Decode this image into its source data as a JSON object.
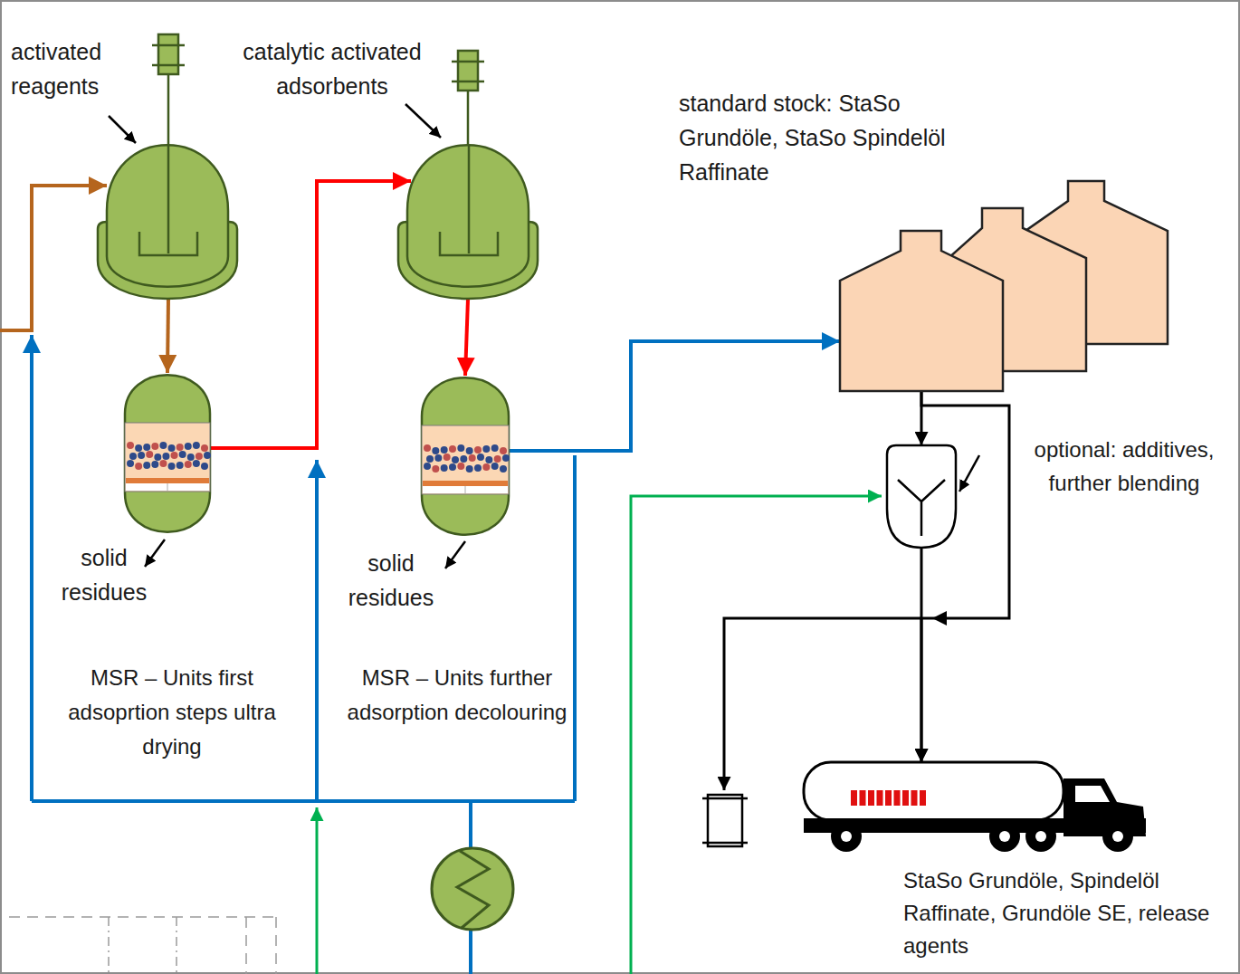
{
  "diagram": {
    "nodes": [
      {
        "text": [
          "activated reagents"
        ]
      },
      {
        "text": [
          "solid residues"
        ]
      },
      {
        "text": [
          "catalytic activated adsorbents"
        ]
      },
      {
        "text": [
          "solid residues"
        ]
      },
      {
        "text": [
          "standard stock: StaSo Grundöle, StaSo Spindelöl Raffinate"
        ]
      },
      {
        "text": [
          "optional: additives, further blending"
        ]
      },
      {
        "text": [
          "StaSo Grundöle, Spindelöl Raffinate, Grundöle SE, release agents"
        ]
      }
    ],
    "edges": [
      {
        "from": 0,
        "to": 1,
        "arrow": "to"
      },
      {
        "from": 1,
        "to": 2,
        "arrow": "to"
      },
      {
        "from": 2,
        "to": 3,
        "arrow": "to"
      },
      {
        "from": 3,
        "to": 4,
        "arrow": "to"
      },
      {
        "from": 4,
        "to": 5,
        "arrow": "to"
      },
      {
        "from": 5,
        "to": 6,
        "arrow": "to"
      },
      {
        "from": 4,
        "to": 6,
        "arrow": "to"
      }
    ],
    "labels": [
      "MSR – Units first adsoprtion steps ultra drying",
      "MSR – Units further adsorption decolouring"
    ]
  }
}
